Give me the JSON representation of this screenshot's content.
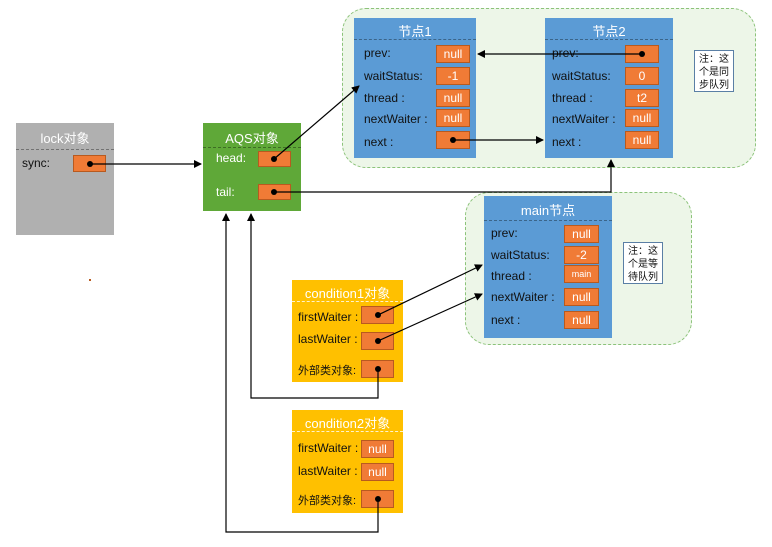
{
  "lock": {
    "title": "lock对象",
    "sync": "sync:"
  },
  "aqs": {
    "title": "AQS对象",
    "head": "head:",
    "tail": "tail:"
  },
  "node1": {
    "title": "节点1",
    "rows": [
      {
        "label": "prev:",
        "value": "null"
      },
      {
        "label": "waitStatus:",
        "value": "-1"
      },
      {
        "label": "thread :",
        "value": "null"
      },
      {
        "label": "nextWaiter :",
        "value": "null"
      },
      {
        "label": "next :",
        "value": ""
      }
    ]
  },
  "node2": {
    "title": "节点2",
    "rows": [
      {
        "label": "prev:",
        "value": ""
      },
      {
        "label": "waitStatus:",
        "value": "0"
      },
      {
        "label": "thread :",
        "value": "t2"
      },
      {
        "label": "nextWaiter :",
        "value": "null"
      },
      {
        "label": "next :",
        "value": "null"
      }
    ]
  },
  "main_node": {
    "title": "main节点",
    "rows": [
      {
        "label": "prev:",
        "value": "null"
      },
      {
        "label": "waitStatus:",
        "value": "-2"
      },
      {
        "label": "thread :",
        "value": "main"
      },
      {
        "label": "nextWaiter :",
        "value": "null"
      },
      {
        "label": "next :",
        "value": "null"
      }
    ]
  },
  "condition1": {
    "title": "condition1对象",
    "first": "firstWaiter :",
    "first_value": "",
    "last": "lastWaiter :",
    "last_value": "",
    "outer": "外部类对象:"
  },
  "condition2": {
    "title": "condition2对象",
    "first": "firstWaiter :",
    "first_value": "null",
    "last": "lastWaiter :",
    "last_value": "null",
    "outer": "外部类对象:"
  },
  "notes": {
    "sync_queue": "注：这个是同步队列",
    "wait_queue": "注：这个是等待队列"
  },
  "colors": {
    "node_blue": "#5b9bd5",
    "aqs_green": "#5fa838",
    "lock_gray": "#b0b0b0",
    "condition_yellow": "#ffc000",
    "field_orange": "#f07b36",
    "region_green": "#edf6e8"
  }
}
